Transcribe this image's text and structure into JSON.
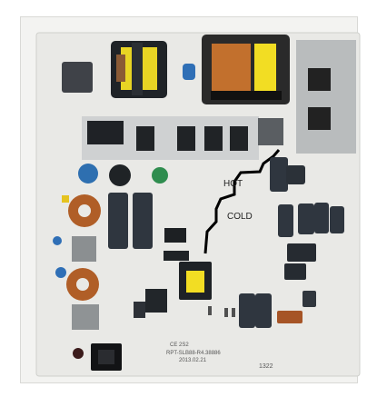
{
  "photo": {
    "hot_label": "HOT",
    "cold_label": "COLD",
    "pcb_codes": [
      "RPT-SLB88-R4.38886",
      "2013.02.21",
      "CE 2S2",
      "1322"
    ]
  },
  "colors": {
    "board": "#e9e9e6",
    "divider": "#000000",
    "transformer_copper": "#c2702d",
    "transformer_yellow": "#f2dd23",
    "heatsink_metal": "#b9bcbd",
    "electrolytic_dark": "#2f363f",
    "capacitor_blue": "#2e6fb0"
  }
}
